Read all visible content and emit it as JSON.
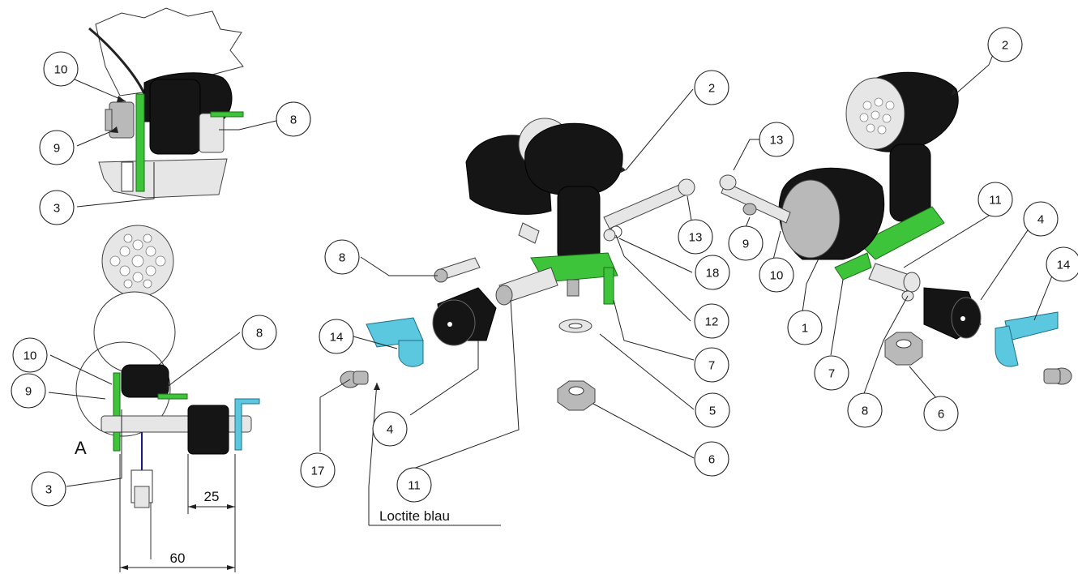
{
  "view_label": "A",
  "note": "Loctite blau",
  "dimensions": {
    "d25": "25",
    "d60": "60"
  },
  "balloons": [
    {
      "label": "10"
    },
    {
      "label": "9"
    },
    {
      "label": "8"
    },
    {
      "label": "3"
    },
    {
      "label": "10"
    },
    {
      "label": "9"
    },
    {
      "label": "8"
    },
    {
      "label": "3"
    },
    {
      "label": "2"
    },
    {
      "label": "8"
    },
    {
      "label": "13"
    },
    {
      "label": "18"
    },
    {
      "label": "12"
    },
    {
      "label": "7"
    },
    {
      "label": "5"
    },
    {
      "label": "6"
    },
    {
      "label": "14"
    },
    {
      "label": "4"
    },
    {
      "label": "11"
    },
    {
      "label": "17"
    },
    {
      "label": "2"
    },
    {
      "label": "13"
    },
    {
      "label": "9"
    },
    {
      "label": "10"
    },
    {
      "label": "1"
    },
    {
      "label": "11"
    },
    {
      "label": "4"
    },
    {
      "label": "14"
    },
    {
      "label": "7"
    },
    {
      "label": "8"
    },
    {
      "label": "6"
    }
  ],
  "colors": {
    "green": "#3ec43a",
    "cyan": "#5bc8e0",
    "black": "#151515"
  }
}
